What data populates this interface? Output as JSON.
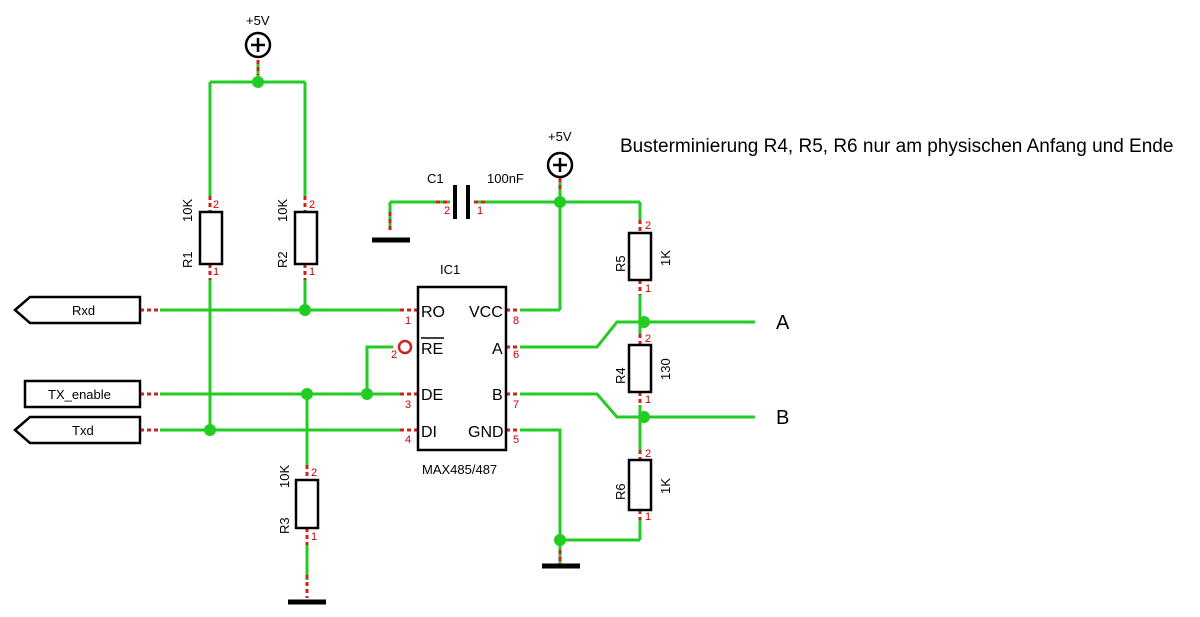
{
  "note": "Busterminierung R4, R5, R6 nur am physischen Anfang und Ende",
  "supply_label": "+5V",
  "ic": {
    "ref": "IC1",
    "part": "MAX485/487",
    "pins_left": [
      {
        "name": "RO",
        "num": "1"
      },
      {
        "name": "RE",
        "num": "2"
      },
      {
        "name": "DE",
        "num": "3"
      },
      {
        "name": "DI",
        "num": "4"
      }
    ],
    "pins_right": [
      {
        "name": "VCC",
        "num": "8"
      },
      {
        "name": "A",
        "num": "6"
      },
      {
        "name": "B",
        "num": "7"
      },
      {
        "name": "GND",
        "num": "5"
      }
    ]
  },
  "ports": {
    "rxd": "Rxd",
    "tx_enable": "TX_enable",
    "txd": "Txd"
  },
  "bus_outputs": {
    "a": "A",
    "b": "B"
  },
  "capacitor": {
    "ref": "C1",
    "value": "100nF",
    "pin_left": "2",
    "pin_right": "1"
  },
  "resistors": {
    "r1": {
      "ref": "R1",
      "value": "10K",
      "pin_top": "2",
      "pin_bottom": "1"
    },
    "r2": {
      "ref": "R2",
      "value": "10K",
      "pin_top": "2",
      "pin_bottom": "1"
    },
    "r3": {
      "ref": "R3",
      "value": "10K",
      "pin_top": "2",
      "pin_bottom": "1"
    },
    "r4": {
      "ref": "R4",
      "value": "130",
      "pin_top": "2",
      "pin_bottom": "1"
    },
    "r5": {
      "ref": "R5",
      "value": "1K",
      "pin_top": "2",
      "pin_bottom": "1"
    },
    "r6": {
      "ref": "R6",
      "value": "1K",
      "pin_top": "2",
      "pin_bottom": "1"
    }
  },
  "colors": {
    "wire": "#22cc22",
    "pin_stub": "#cc2222",
    "pin_number": "#cc0000",
    "outline": "#000000"
  }
}
